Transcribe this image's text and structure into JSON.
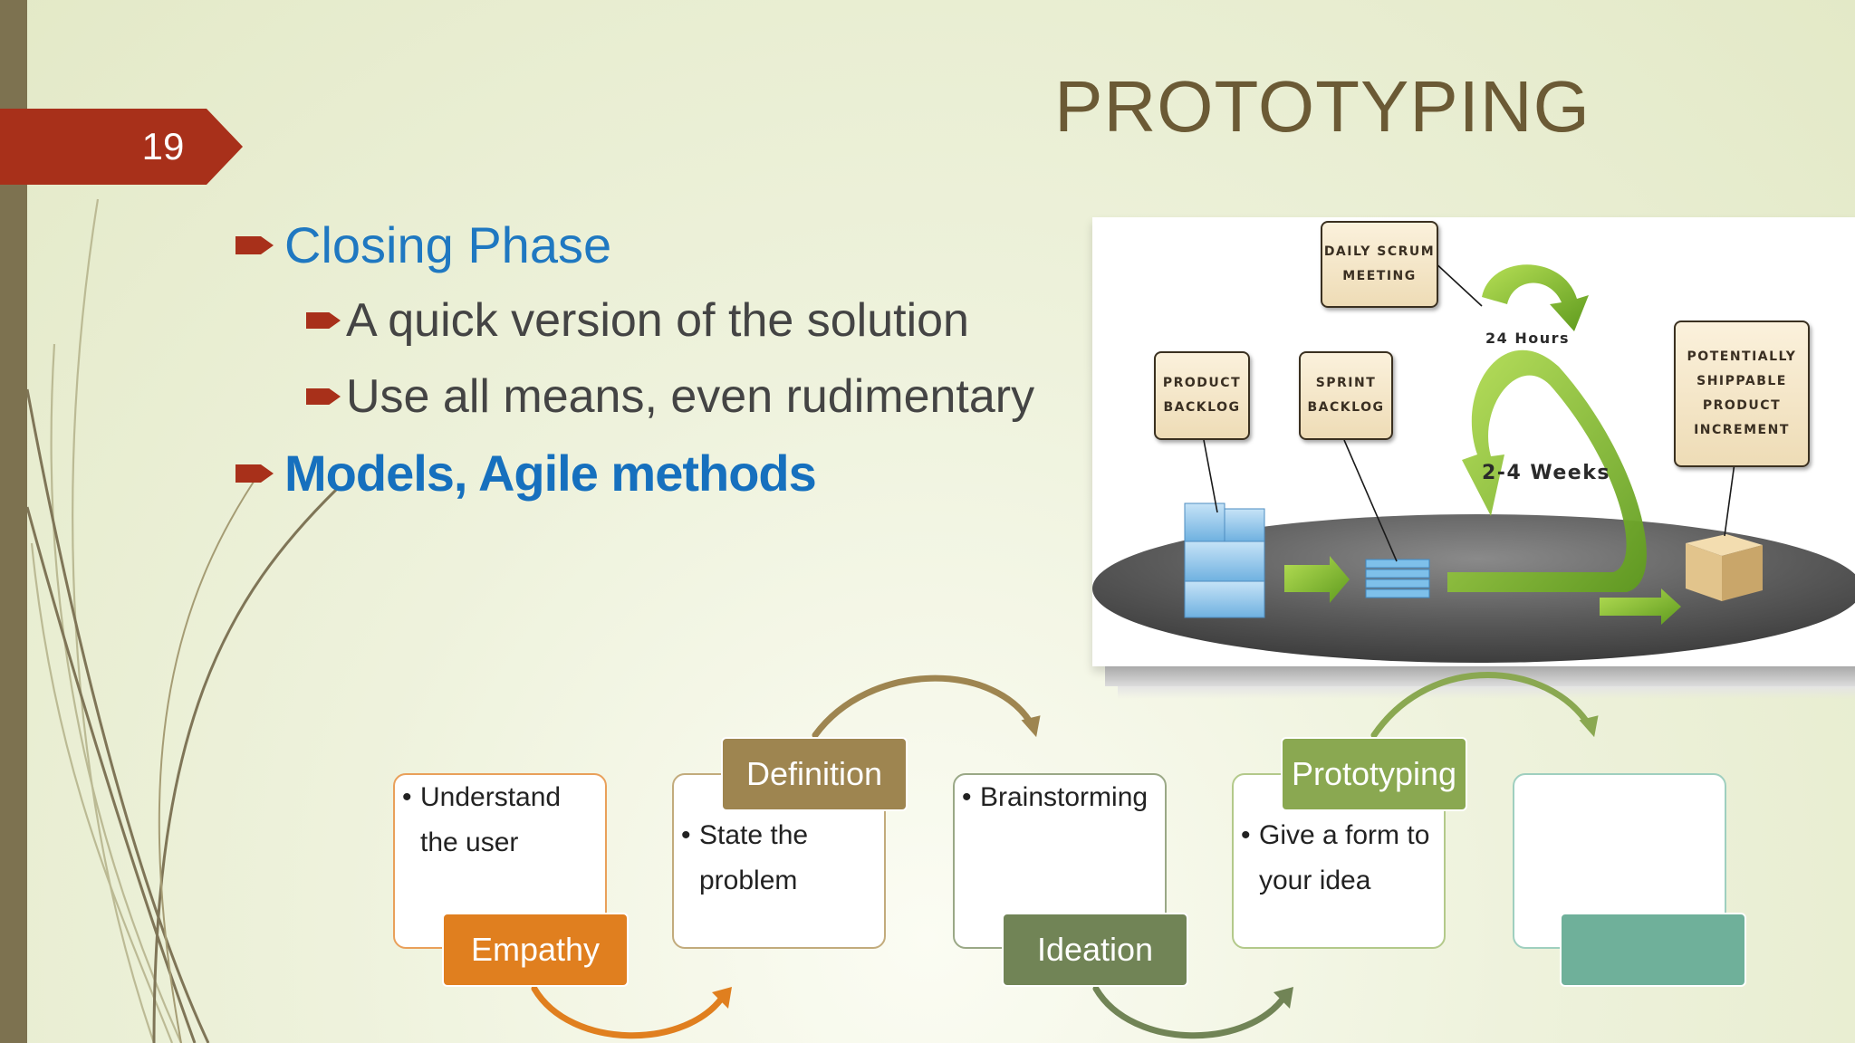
{
  "slide": {
    "number": "19",
    "title": "PROTOTYPING",
    "bullets": {
      "closing_phase": "Closing Phase",
      "quick_version": "A quick version of the solution",
      "all_means": "Use all means, even rudimentary",
      "models": "Models, Agile methods"
    }
  },
  "scrum_diagram": {
    "daily_scrum": [
      "Daily Scrum",
      "Meeting"
    ],
    "product_backlog": [
      "Product",
      "Backlog"
    ],
    "sprint_backlog": [
      "Sprint",
      "Backlog"
    ],
    "increment": [
      "Potentially",
      "Shippable",
      "Product",
      "Increment"
    ],
    "hours": "24 Hours",
    "weeks": "2-4 Weeks"
  },
  "process": {
    "empathy": {
      "label": "Empathy",
      "bullet": "•",
      "lines": [
        "Understand",
        "the user"
      ],
      "color": "#e07f1f"
    },
    "definition": {
      "label": "Definition",
      "bullet": "•",
      "lines": [
        "State the",
        "problem"
      ],
      "color": "#9e8550"
    },
    "ideation": {
      "label": "Ideation",
      "bullet": "•",
      "lines": [
        "Brainstorming"
      ],
      "color": "#718456"
    },
    "prototyping": {
      "label": "Prototyping",
      "bullet": "•",
      "lines": [
        "Give a form to",
        "your idea"
      ],
      "color": "#8aa851"
    },
    "test": {
      "label": "",
      "color": "#6fb09a"
    }
  },
  "colors": {
    "accent_red": "#a8301a",
    "title_brown": "#6b5a35",
    "bullet_blue": "#1f78c1"
  }
}
